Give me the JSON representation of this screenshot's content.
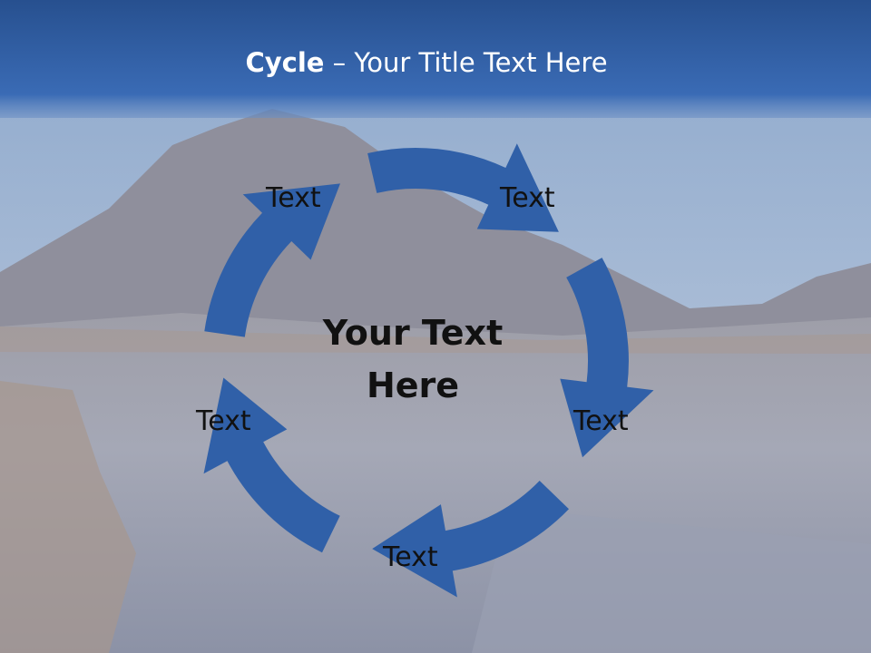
{
  "title": {
    "bold": "Cycle",
    "rest": "– Your Title Text Here"
  },
  "center_text": [
    "Your Text",
    "Here"
  ],
  "nodes": [
    "Text",
    "Text",
    "Text",
    "Text",
    "Text"
  ],
  "colors": {
    "arrow": "#3060a8",
    "header_top": "#27508f",
    "header_bottom": "#3a6bb5",
    "text": "#111111"
  }
}
